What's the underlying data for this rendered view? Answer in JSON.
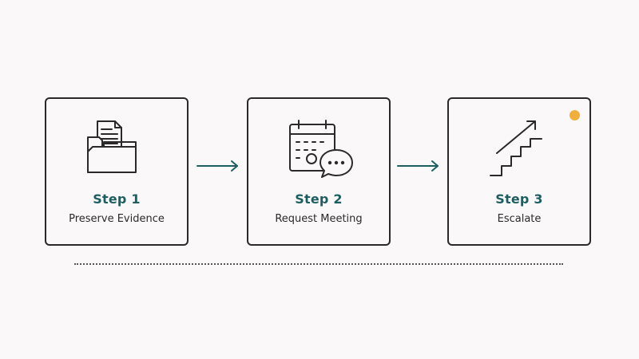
{
  "steps": [
    {
      "title": "Step 1",
      "label": "Preserve Evidence",
      "icon": "folder-document-icon"
    },
    {
      "title": "Step 2",
      "label": "Request Meeting",
      "icon": "calendar-chat-icon"
    },
    {
      "title": "Step 3",
      "label": "Escalate",
      "icon": "stairs-arrow-icon"
    }
  ],
  "colors": {
    "title": "#1f5e60",
    "arrow": "#1f5e60",
    "accent": "#f0ae3c",
    "outline": "#2a2a2a"
  }
}
